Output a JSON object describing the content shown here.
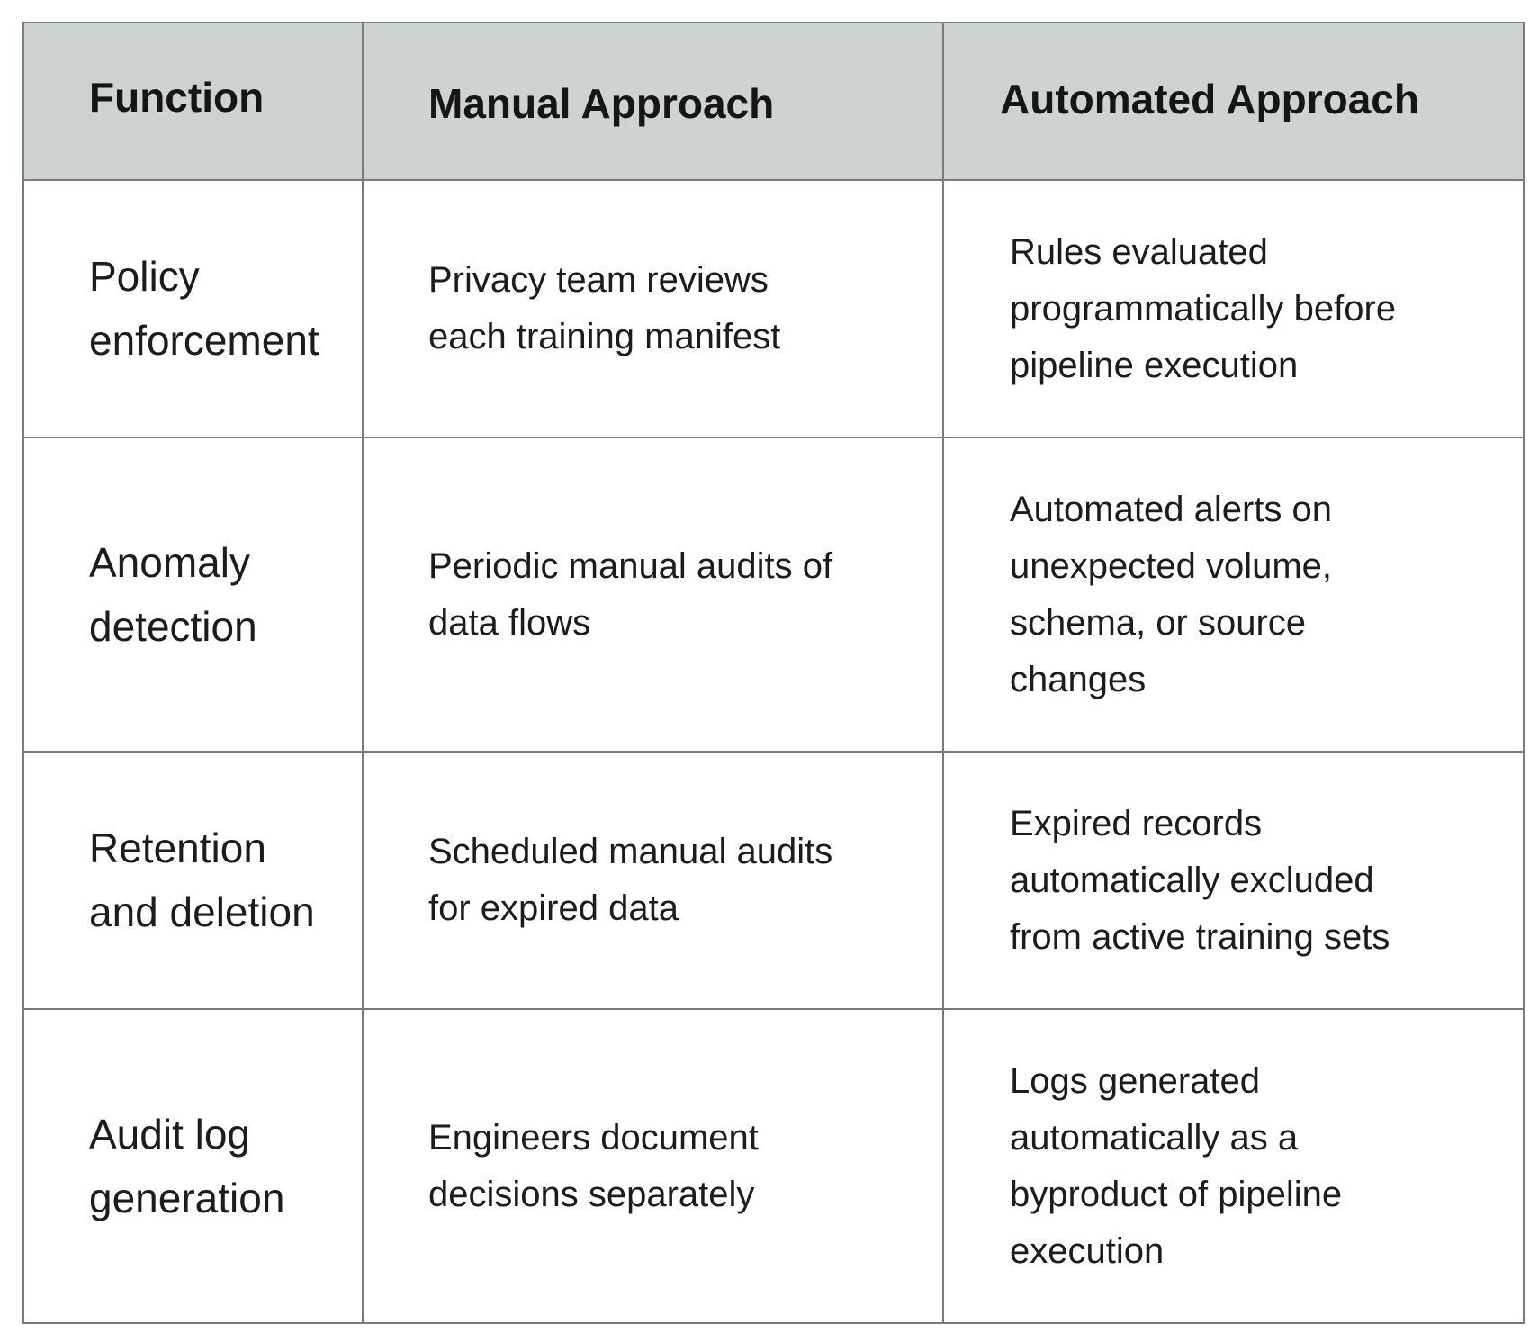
{
  "table": {
    "headers": [
      "Function",
      "Manual Approach",
      "Automated Approach"
    ],
    "rows": [
      {
        "function": "Policy enforcement",
        "manual": "Privacy team reviews each training manifest",
        "automated": "Rules evaluated programmatically before pipeline execution"
      },
      {
        "function": "Anomaly detection",
        "manual": "Periodic manual audits of data flows",
        "automated": "Automated alerts on unexpected volume, schema, or source changes"
      },
      {
        "function": "Retention and deletion",
        "manual": "Scheduled manual audits for expired data",
        "automated": "Expired records automatically excluded from active training sets"
      },
      {
        "function": "Audit log generation",
        "manual": "Engineers document decisions separately",
        "automated": "Logs generated automatically as a byproduct of pipeline execution"
      }
    ]
  }
}
